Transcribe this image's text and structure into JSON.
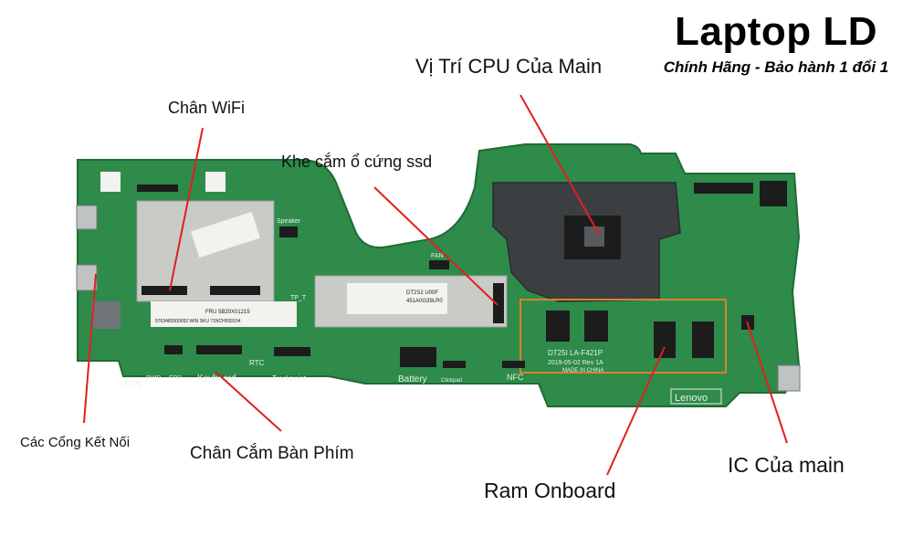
{
  "header": {
    "title": "Laptop LD",
    "subtitle": "Chính Hãng - Bảo hành 1 đổi 1"
  },
  "callouts": {
    "cpu": "Vị Trí CPU Của Main",
    "wifi": "Chân WiFi",
    "ssd": "Khe cắm ổ cứng ssd",
    "ports": "Các Cổng Kết Nối",
    "keyboard": "Chân Cắm Bàn Phím",
    "ram": "Ram Onboard",
    "ic": "IC Của main"
  },
  "board_silk": {
    "pen": "PEN",
    "pwr": "PWR",
    "fpr": "FPR",
    "keyboard": "Keyboard",
    "rtc": "RTC",
    "trackpoint": "Trackpoint",
    "battery": "Battery",
    "clickpad": "Clickpad",
    "nfc": "NFC",
    "speaker": "Speaker",
    "fan": "FAN",
    "tp": "TP_T",
    "lenovo": "Lenovo",
    "model_line1": "DT25I  LA-F421P",
    "model_line2": "2019-05-02 Rev 1A",
    "model_line3": "MADE IN CHINA",
    "fru_line": "FRU 5B20X01215",
    "sku_line": "5763482000052 WIN    SKU 71NCH939104",
    "ssd_label1": "DT2S2 U00F",
    "ssd_label2": "451A0G39LR0"
  },
  "colors": {
    "board": "#2e8b4a",
    "board_dark": "#1f6b35",
    "callout_line": "#e02020",
    "cpu_shield": "#3b3f42",
    "chip": "#1c1c1c",
    "ram_outline": "#d9822b"
  }
}
